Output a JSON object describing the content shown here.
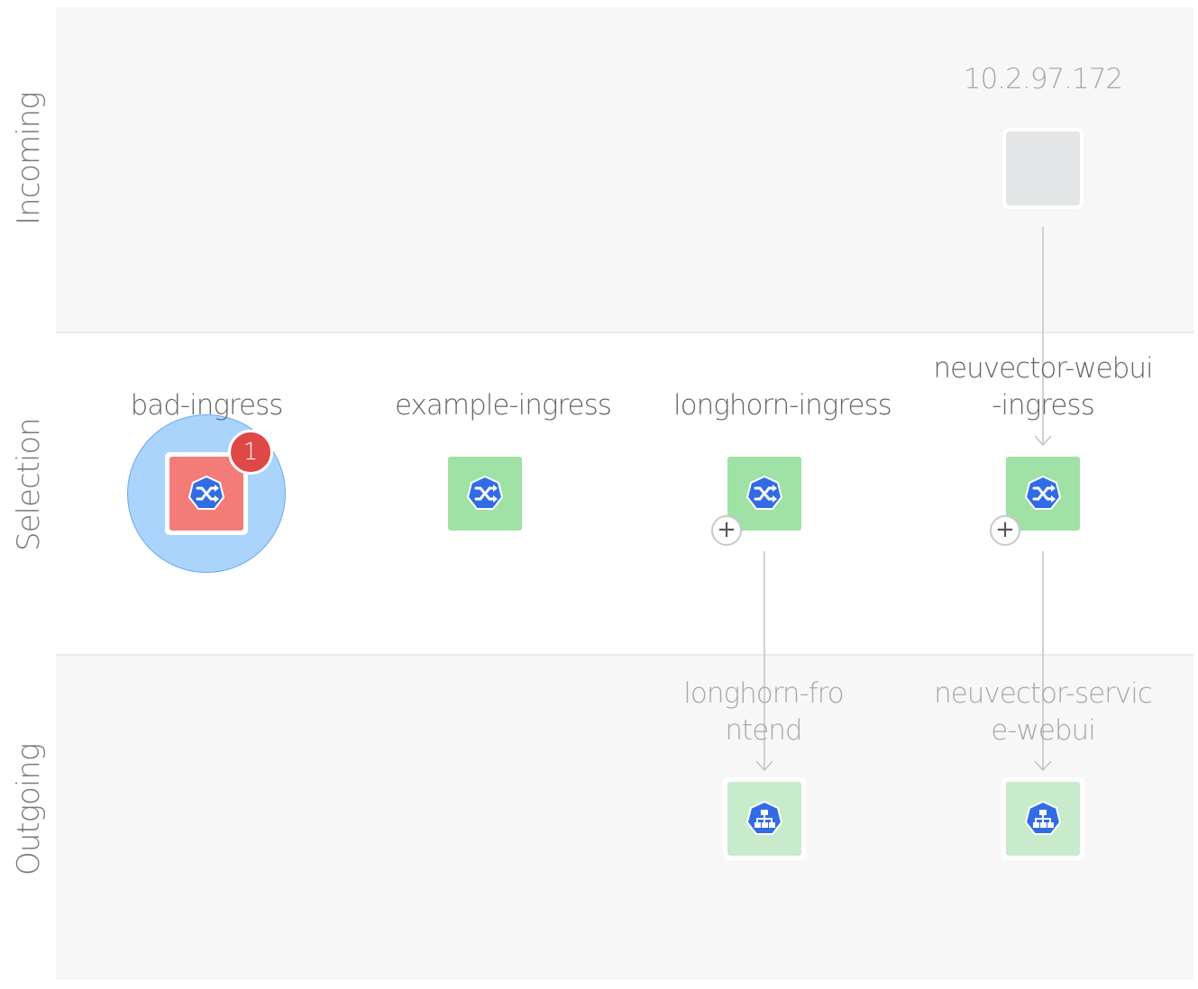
{
  "lanes": {
    "incoming": "Incoming",
    "selection": "Selection",
    "outgoing": "Outgoing"
  },
  "incoming": {
    "ip_label": "10.2.97.172"
  },
  "selection": {
    "nodes": [
      {
        "name": "bad-ingress",
        "status": "error",
        "badge": "1",
        "selected": true
      },
      {
        "name": "example-ingress",
        "status": "ok"
      },
      {
        "name": "longhorn-ingress",
        "status": "ok",
        "expand": "+"
      },
      {
        "name_line1": "neuvector-webui",
        "name_line2": "-ingress",
        "status": "ok",
        "expand": "+"
      }
    ]
  },
  "outgoing": {
    "nodes": [
      {
        "name_line1": "longhorn-fro",
        "name_line2": "ntend"
      },
      {
        "name_line1": "neuvector-servic",
        "name_line2": "e-webui"
      }
    ]
  },
  "colors": {
    "ok": "#a0e1a6",
    "error": "#f47c78",
    "selection_halo": "#aad4fb",
    "outgoing_node": "#c8ebcb",
    "external_node": "#e3e5e6",
    "icon_blue": "#326ce5"
  },
  "icons": {
    "ingress": "kubernetes-ingress-icon",
    "service": "kubernetes-service-icon"
  }
}
